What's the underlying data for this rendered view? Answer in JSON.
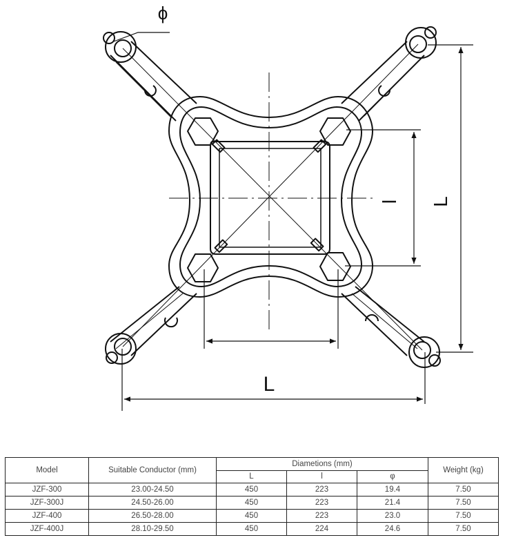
{
  "drawing": {
    "labels": {
      "phi": "ϕ",
      "inner_l": "l",
      "outer_l_right": "L",
      "outer_l_bottom": "L"
    }
  },
  "table": {
    "headers": {
      "model": "Model",
      "conductor": "Suitable Conductor (mm)",
      "diameters": "Diametions (mm)",
      "d_L": "L",
      "d_l": "l",
      "d_phi": "φ",
      "weight": "Weight (kg)"
    },
    "rows": [
      {
        "model": "JZF-300",
        "conductor": "23.00-24.50",
        "L": "450",
        "l": "223",
        "phi": "19.4",
        "weight": "7.50"
      },
      {
        "model": "JZF-300J",
        "conductor": "24.50-26.00",
        "L": "450",
        "l": "223",
        "phi": "21.4",
        "weight": "7.50"
      },
      {
        "model": "JZF-400",
        "conductor": "26.50-28.00",
        "L": "450",
        "l": "223",
        "phi": "23.0",
        "weight": "7.50"
      },
      {
        "model": "JZF-400J",
        "conductor": "28.10-29.50",
        "L": "450",
        "l": "224",
        "phi": "24.6",
        "weight": "7.50"
      }
    ]
  }
}
